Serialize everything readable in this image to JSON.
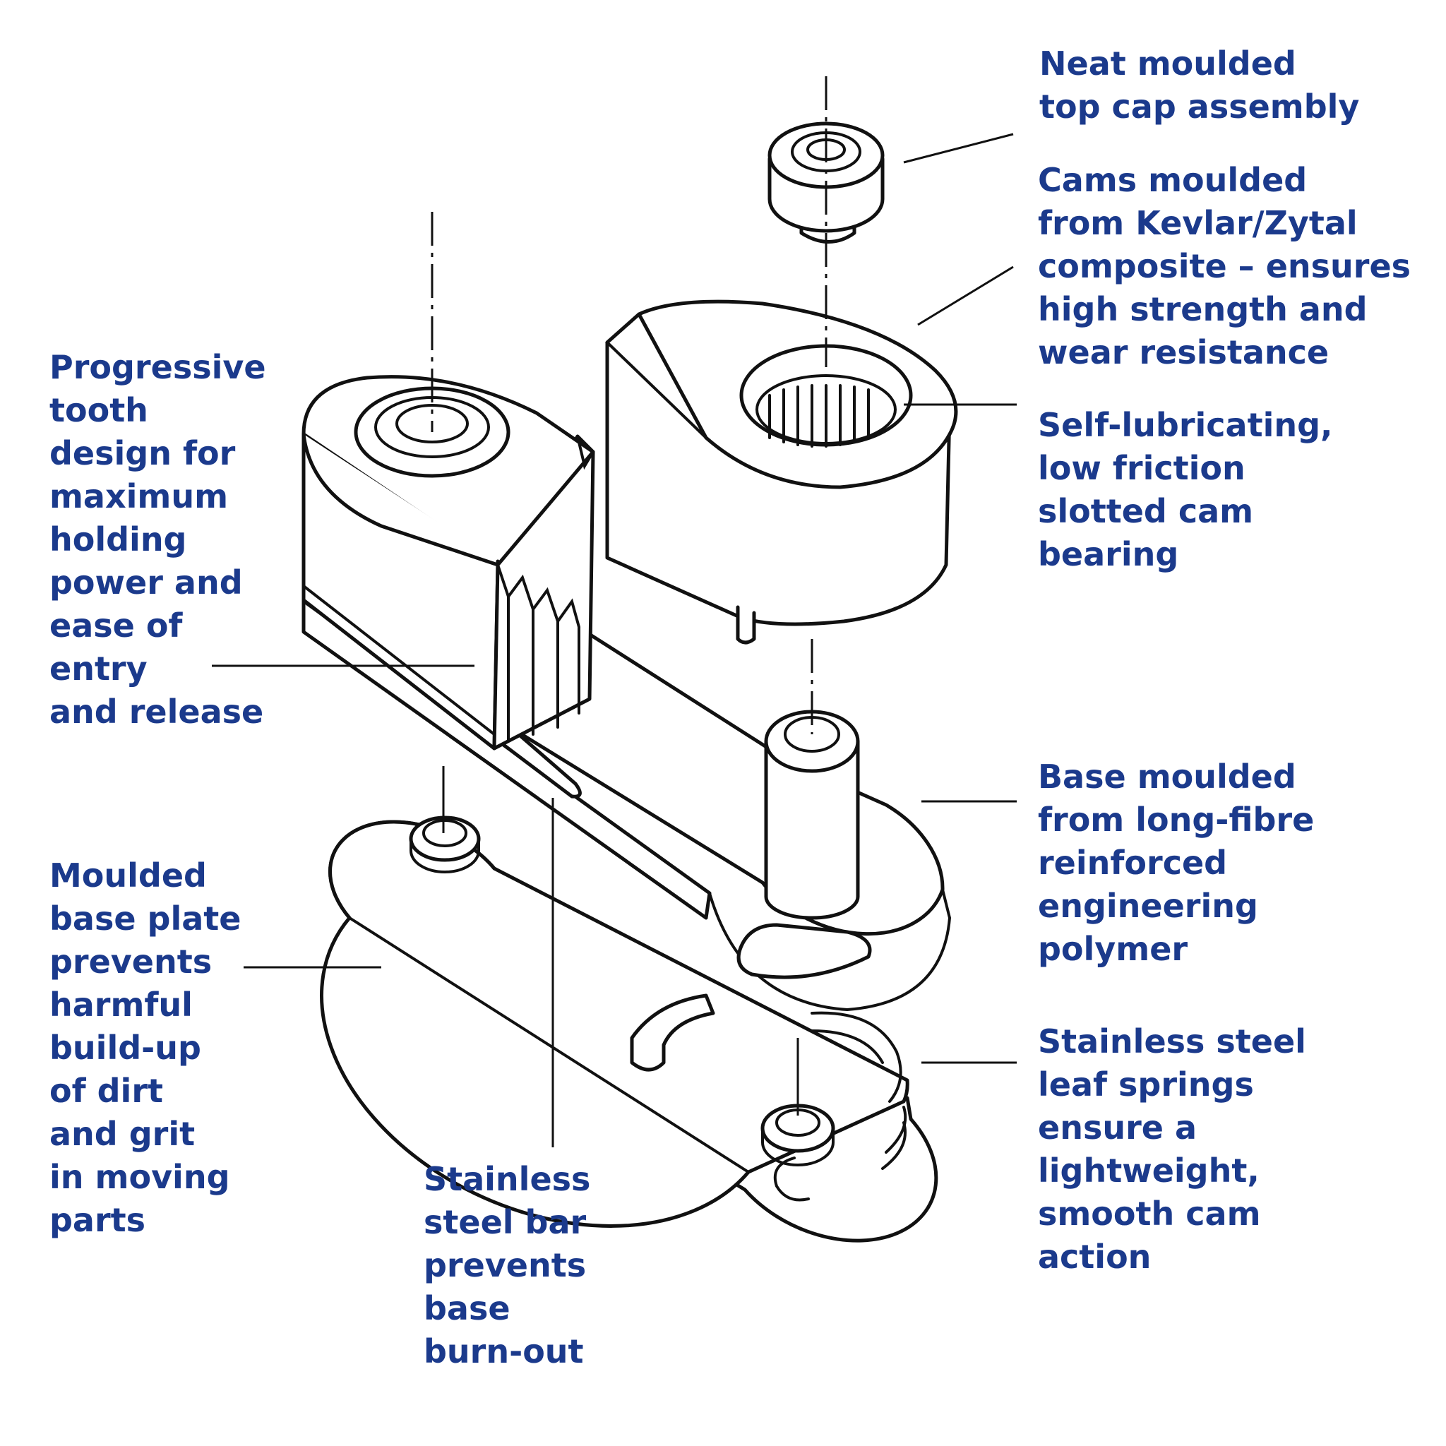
{
  "colors": {
    "label_text": "#1b3a8c",
    "line_art": "#111111",
    "background": "#ffffff"
  },
  "callouts": {
    "top_cap": "Neat moulded\ntop cap assembly",
    "cams": "Cams moulded\nfrom Kevlar/Zytal\ncomposite – ensures\nhigh strength and\nwear resistance",
    "bearing": "Self-lubricating,\nlow friction\nslotted cam\nbearing",
    "tooth": "Progressive\ntooth\ndesign for\nmaximum\nholding\npower and\nease of\nentry\nand release",
    "base": "Base moulded\nfrom long-fibre\nreinforced\nengineering\npolymer",
    "base_plate": "Moulded\nbase plate\nprevents\nharmful\nbuild-up\nof dirt\nand grit\nin moving\nparts",
    "springs": "Stainless steel\nleaf springs\nensure a\nlightweight,\nsmooth cam\naction",
    "steel_bar": "Stainless\nsteel bar\nprevents\nbase\nburn-out"
  }
}
